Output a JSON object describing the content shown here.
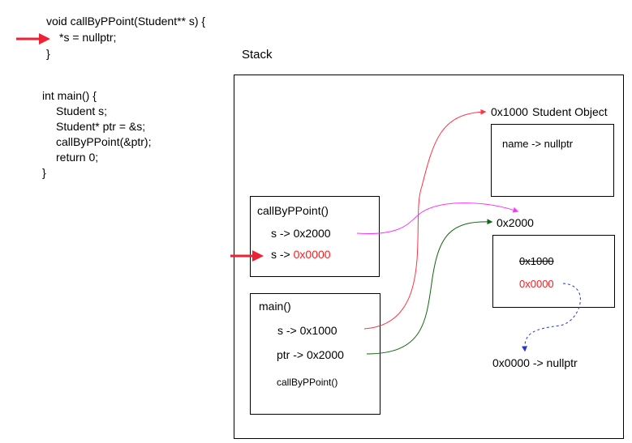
{
  "code": {
    "func_sig": "void callByPPoint(Student** s) {",
    "func_body": "*s = nullptr;",
    "func_close": "}",
    "main_lines": [
      "int main() {",
      "Student s;",
      "Student* ptr = &s;",
      "callByPPoint(&ptr);",
      "return 0;",
      "}"
    ]
  },
  "stack": {
    "title": "Stack",
    "student_object": {
      "address": "0x1000",
      "title": "Student Object",
      "field": "name -> nullptr"
    },
    "frame_call": {
      "title": "callByPPoint()",
      "line1": "s -> 0x2000",
      "line2_prefix": "s -> ",
      "line2_value": "0x0000"
    },
    "frame_main": {
      "title": "main()",
      "line1": "s -> 0x1000",
      "line2": "ptr -> 0x2000",
      "line3": "callByPPoint()"
    },
    "ptr_slot": {
      "address": "0x2000",
      "old_value": "0x1000",
      "new_value": "0x0000"
    },
    "result": "0x0000 -> nullptr"
  },
  "colors": {
    "execution_arrow": "#ee2233",
    "main_s_link": "#ff3344",
    "call_s_link": "#ff33ff",
    "main_ptr_link": "#116611",
    "slot_to_null": "#2233dd",
    "new_value_text": "#ff1a1a"
  }
}
